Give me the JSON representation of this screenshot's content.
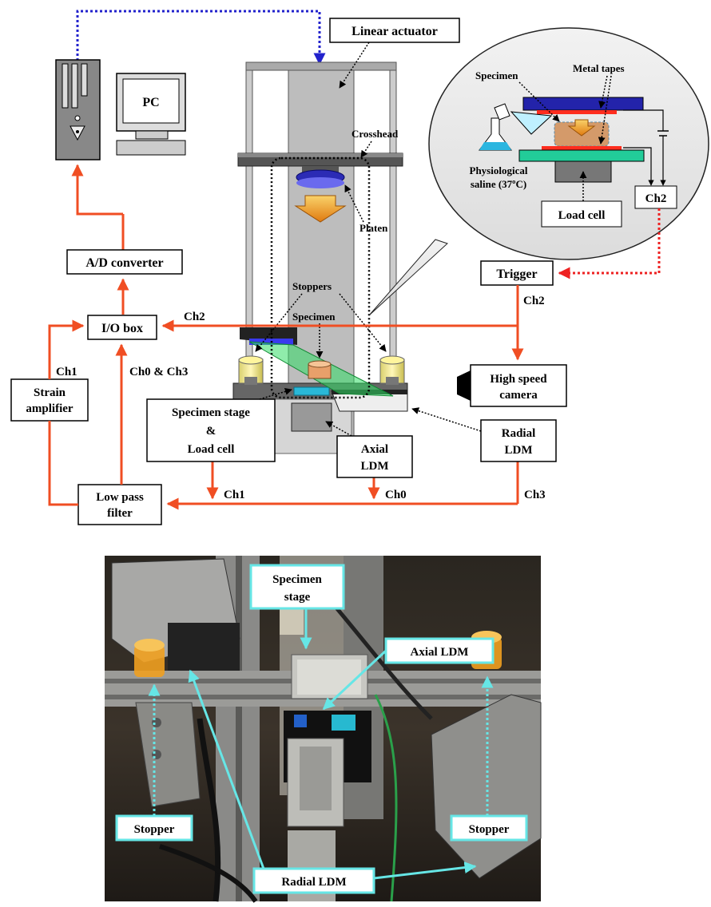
{
  "top_diagram": {
    "linear_actuator": "Linear actuator",
    "pc": "PC",
    "crosshead": "Crosshead",
    "platen": "Platen",
    "stoppers": "Stoppers",
    "specimen": "Specimen",
    "ad_converter": "A/D converter",
    "io_box": "I/O box",
    "strain_amplifier_line1": "Strain",
    "strain_amplifier_line2": "amplifier",
    "low_pass_line1": "Low pass",
    "low_pass_line2": "filter",
    "specimen_stage_line1": "Specimen stage",
    "specimen_stage_line2": "&",
    "specimen_stage_line3": "Load cell",
    "axial_ldm_line1": "Axial",
    "axial_ldm_line2": "LDM",
    "radial_ldm_line1": "Radial",
    "radial_ldm_line2": "LDM",
    "high_speed_line1": "High speed",
    "high_speed_line2": "camera",
    "trigger": "Trigger",
    "ch0": "Ch0",
    "ch1_left": "Ch1",
    "ch1_bottom": "Ch1",
    "ch2_io": "Ch2",
    "ch2_trigger": "Ch2",
    "ch3": "Ch3",
    "ch0_ch3": "Ch0 & Ch3",
    "inset": {
      "specimen": "Specimen",
      "metal_tapes": "Metal tapes",
      "saline_line1": "Physiological",
      "saline_line2": "saline (37ºC)",
      "load_cell": "Load cell",
      "ch2": "Ch2"
    }
  },
  "photo": {
    "specimen_stage_line1": "Specimen",
    "specimen_stage_line2": "stage",
    "axial_ldm": "Axial LDM",
    "stopper_left": "Stopper",
    "stopper_right": "Stopper",
    "radial_ldm": "Radial LDM"
  },
  "colors": {
    "signal": "#f04e23",
    "dotted_blue": "#2222cc",
    "dotted_red": "#ee2222",
    "highlight_box": "#66e6e6"
  }
}
